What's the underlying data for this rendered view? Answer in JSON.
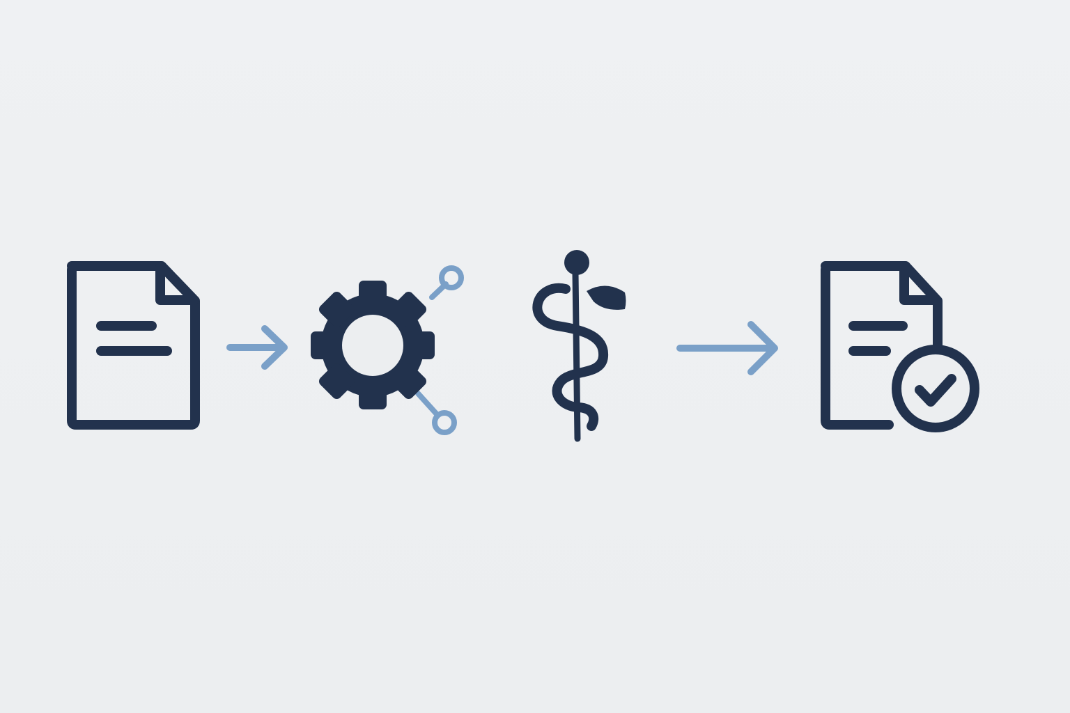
{
  "diagram": {
    "colors": {
      "background": "#eef0f2",
      "primary": "#22324d",
      "accent": "#7aa0c8"
    },
    "steps": [
      {
        "id": "input",
        "icon": "document-icon"
      },
      {
        "id": "processing",
        "icon": "gear-network-icon"
      },
      {
        "id": "medical",
        "icon": "rod-of-asclepius-icon"
      },
      {
        "id": "output",
        "icon": "document-check-icon"
      }
    ],
    "connectors": [
      {
        "from": "input",
        "to": "processing",
        "icon": "arrow-right-icon"
      },
      {
        "from": "medical",
        "to": "output",
        "icon": "arrow-right-icon"
      }
    ]
  }
}
